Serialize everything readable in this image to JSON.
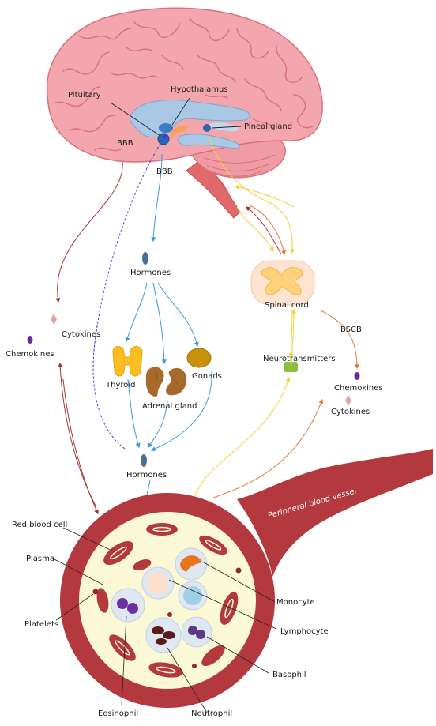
{
  "labels": {
    "hypothalamus": "Hypothalamus",
    "pituitary": "Pituitary",
    "pineal_gland": "Pineal gland",
    "bbb_left": "BBB",
    "bbb_center": "BBB",
    "hormones_top": "Hormones",
    "thyroid": "Thyroid",
    "adrenal_gland": "Adrenal gland",
    "gonads": "Gonads",
    "hormones_bottom": "Hormones",
    "cytokines_left": "Cytokines",
    "chemokines_left": "Chemokines",
    "spinal_cord": "Spinal cord",
    "bscb": "BSCB",
    "neurotransmitters": "Neurotransmitters",
    "chemokines_right": "Chemokines",
    "cytokines_right": "Cytokines",
    "peripheral_blood_vessel": "Peripheral blood vessel",
    "red_blood_cell": "Red blood cell",
    "plasma": "Plasma",
    "platelets": "Platelets",
    "monocyte": "Monocyte",
    "lymphocyte": "Lymphocyte",
    "basophil": "Basophil",
    "eosinophil": "Eosinophil",
    "neutrophil": "Neutrophil"
  },
  "colors": {
    "brain": "#f4a6ae",
    "brain_fold": "#d9707c",
    "ventricle": "#a9c8e6",
    "vessel": "#b3393f",
    "vessel_dark": "#8e2a2f",
    "plasma": "#fbf8d6",
    "spinal_cord": "#fdd27a",
    "thyroid": "#fbbd1f",
    "adrenal": "#a86a2b",
    "gonads": "#c8920f",
    "hormone": "#4a6d9a",
    "neurotransmitter": "#8cbf3f",
    "arrow_blue": "#3a9ad9",
    "arrow_red": "#a83232",
    "arrow_orange": "#e07a3a",
    "arrow_yellow": "#f2d23c",
    "arrow_dotted": "#3a3ad0",
    "chemokine": "#6a2a9a",
    "cytokine": "#e3a3a3"
  }
}
